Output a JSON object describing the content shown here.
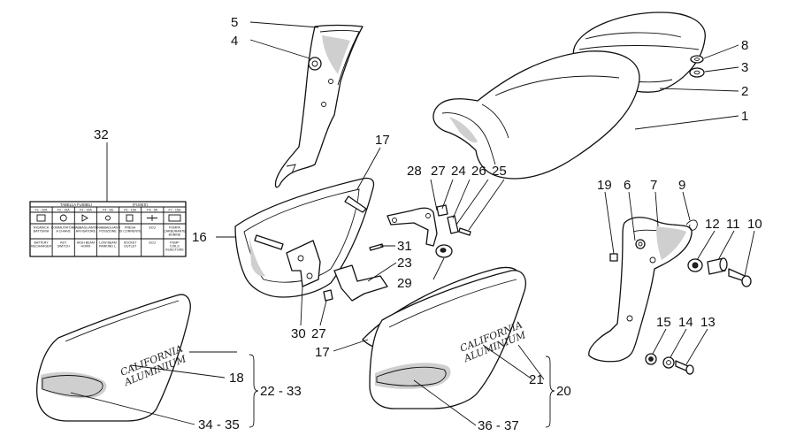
{
  "fuse_label": {
    "header_left": "TABELLA FUSIBILI",
    "header_right": "(FUSES)",
    "fuses": [
      "F1 - 20A",
      "F2 - 15A",
      "F3 - 15A",
      "F4 - 5A",
      "F5 - 15A",
      "F6 - 5A",
      "F7 - 15A"
    ],
    "row1": [
      "RICARICA\nBATTERIA",
      "COMMUTATORE\nA CHIAVE",
      "ABBAGLIANTI\nAVVISATORE",
      "ANABBAGLIANTI\nPOSIZIONE",
      "PRESA\nDI CORRENTE",
      "ECU",
      "POMPA\nCARBURANTE\nBOBINE"
    ],
    "row2": [
      "BATTERY\nRECHARGER",
      "KEY\nSWITCH",
      "HIGH BEAM\nHORN",
      "LOW BEAM\nPARKING L.",
      "SOCKET\nOUTLET",
      "ECU",
      "PUMP\nCOILS\nINJECTORS"
    ]
  },
  "emblems": {
    "left_cover": "CALIFORNIA\nALUMINIUM",
    "right_cover": "CALIFORNIA\nALUMINIUM"
  },
  "callouts": {
    "c1": "1",
    "c2": "2",
    "c3": "3",
    "c4": "4",
    "c5": "5",
    "c6": "6",
    "c7": "7",
    "c8": "8",
    "c9": "9",
    "c10": "10",
    "c11": "11",
    "c12": "12",
    "c13": "13",
    "c14": "14",
    "c15": "15",
    "c16": "16",
    "c17a": "17",
    "c17b": "17",
    "c18": "18",
    "c19": "19",
    "c20": "20",
    "c21": "21",
    "c22_33": "22 - 33",
    "c23": "23",
    "c24": "24",
    "c25": "25",
    "c26": "26",
    "c27a": "27",
    "c27b": "27",
    "c28": "28",
    "c29": "29",
    "c30": "30",
    "c31": "31",
    "c32": "32",
    "c34_35": "34 - 35",
    "c36_37": "36 - 37"
  }
}
